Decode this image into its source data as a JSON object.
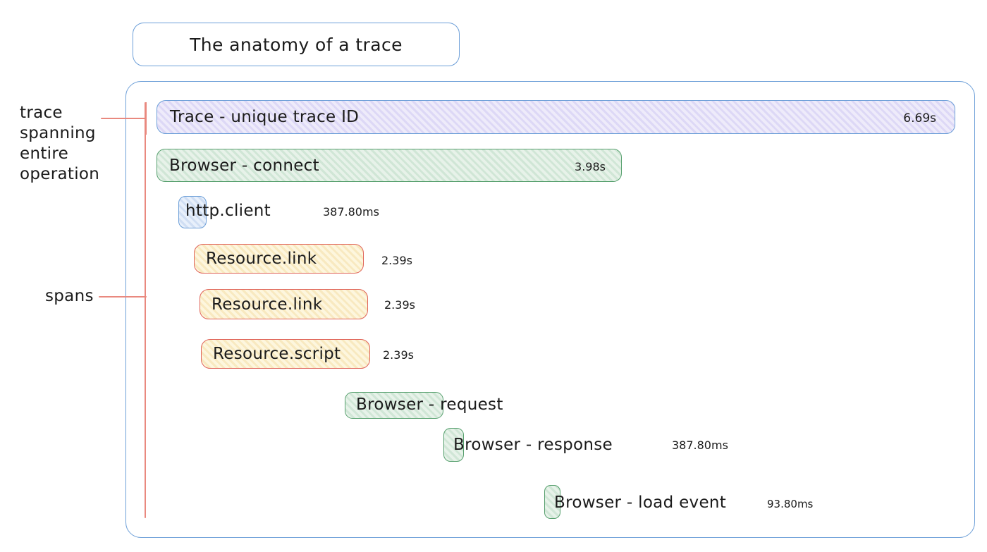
{
  "title": "The anatomy of a trace",
  "annotations": {
    "trace_label_lines": [
      "trace",
      "spanning",
      "entire",
      "operation"
    ],
    "spans_label": "spans"
  },
  "trace": {
    "label": "Trace - unique trace ID",
    "duration": "6.69s"
  },
  "spans": [
    {
      "id": "browser-connect",
      "label": "Browser - connect",
      "duration": "3.98s",
      "color": "green"
    },
    {
      "id": "http-client",
      "label": "http.client",
      "duration": "387.80ms",
      "color": "blue"
    },
    {
      "id": "resource-link-1",
      "label": "Resource.link",
      "duration": "2.39s",
      "color": "yellow"
    },
    {
      "id": "resource-link-2",
      "label": "Resource.link",
      "duration": "2.39s",
      "color": "yellow"
    },
    {
      "id": "resource-script",
      "label": "Resource.script",
      "duration": "2.39s",
      "color": "yellow"
    },
    {
      "id": "browser-request",
      "label": "Browser - request",
      "color": "green"
    },
    {
      "id": "browser-response",
      "label": "Browser - response",
      "duration": "387.80ms",
      "color": "green"
    },
    {
      "id": "browser-load-event",
      "label": "Browser - load event",
      "duration": "93.80ms",
      "color": "green"
    }
  ],
  "colors": {
    "outline_blue": "#6d9fd8",
    "green_border": "#57a06e",
    "red_border": "#e06459",
    "annotation_red": "#e9897f",
    "lavender_fill": "#eeebfa",
    "green_fill": "#e7f2e9",
    "blue_fill": "#e8f0fb",
    "cream_fill": "#fdf6de",
    "text": "#1b1b1b"
  }
}
